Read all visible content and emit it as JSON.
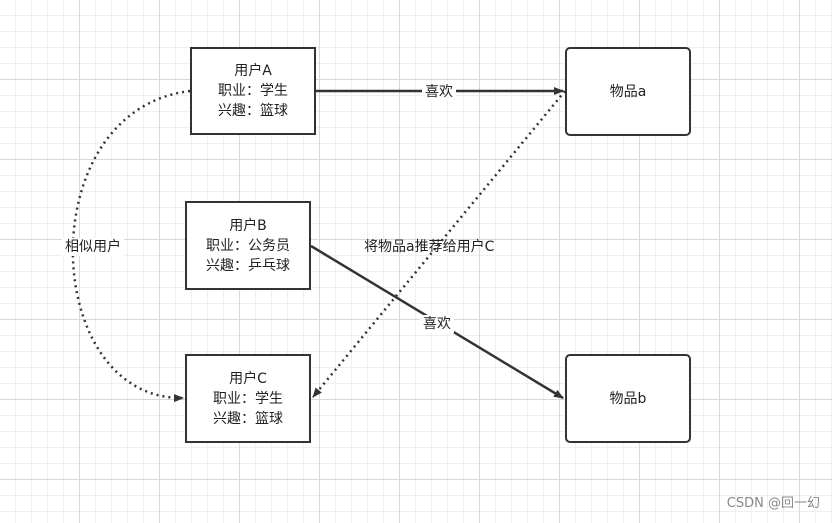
{
  "users": [
    {
      "name": "用户A",
      "occupation": "职业：学生",
      "interest": "兴趣：篮球"
    },
    {
      "name": "用户B",
      "occupation": "职业：公务员",
      "interest": "兴趣：乒乓球"
    },
    {
      "name": "用户C",
      "occupation": "职业：学生",
      "interest": "兴趣：篮球"
    }
  ],
  "items": [
    {
      "name": "物品a"
    },
    {
      "name": "物品b"
    }
  ],
  "edges": {
    "a_likes_item_a": "喜欢",
    "b_likes_item_b": "喜欢",
    "similar_users": "相似用户",
    "recommend": "将物品a推荐给用户C"
  },
  "watermark": "CSDN @回一幻",
  "colors": {
    "stroke": "#333333",
    "grid_major": "#d9d9d9",
    "grid_minor": "#efefef"
  }
}
